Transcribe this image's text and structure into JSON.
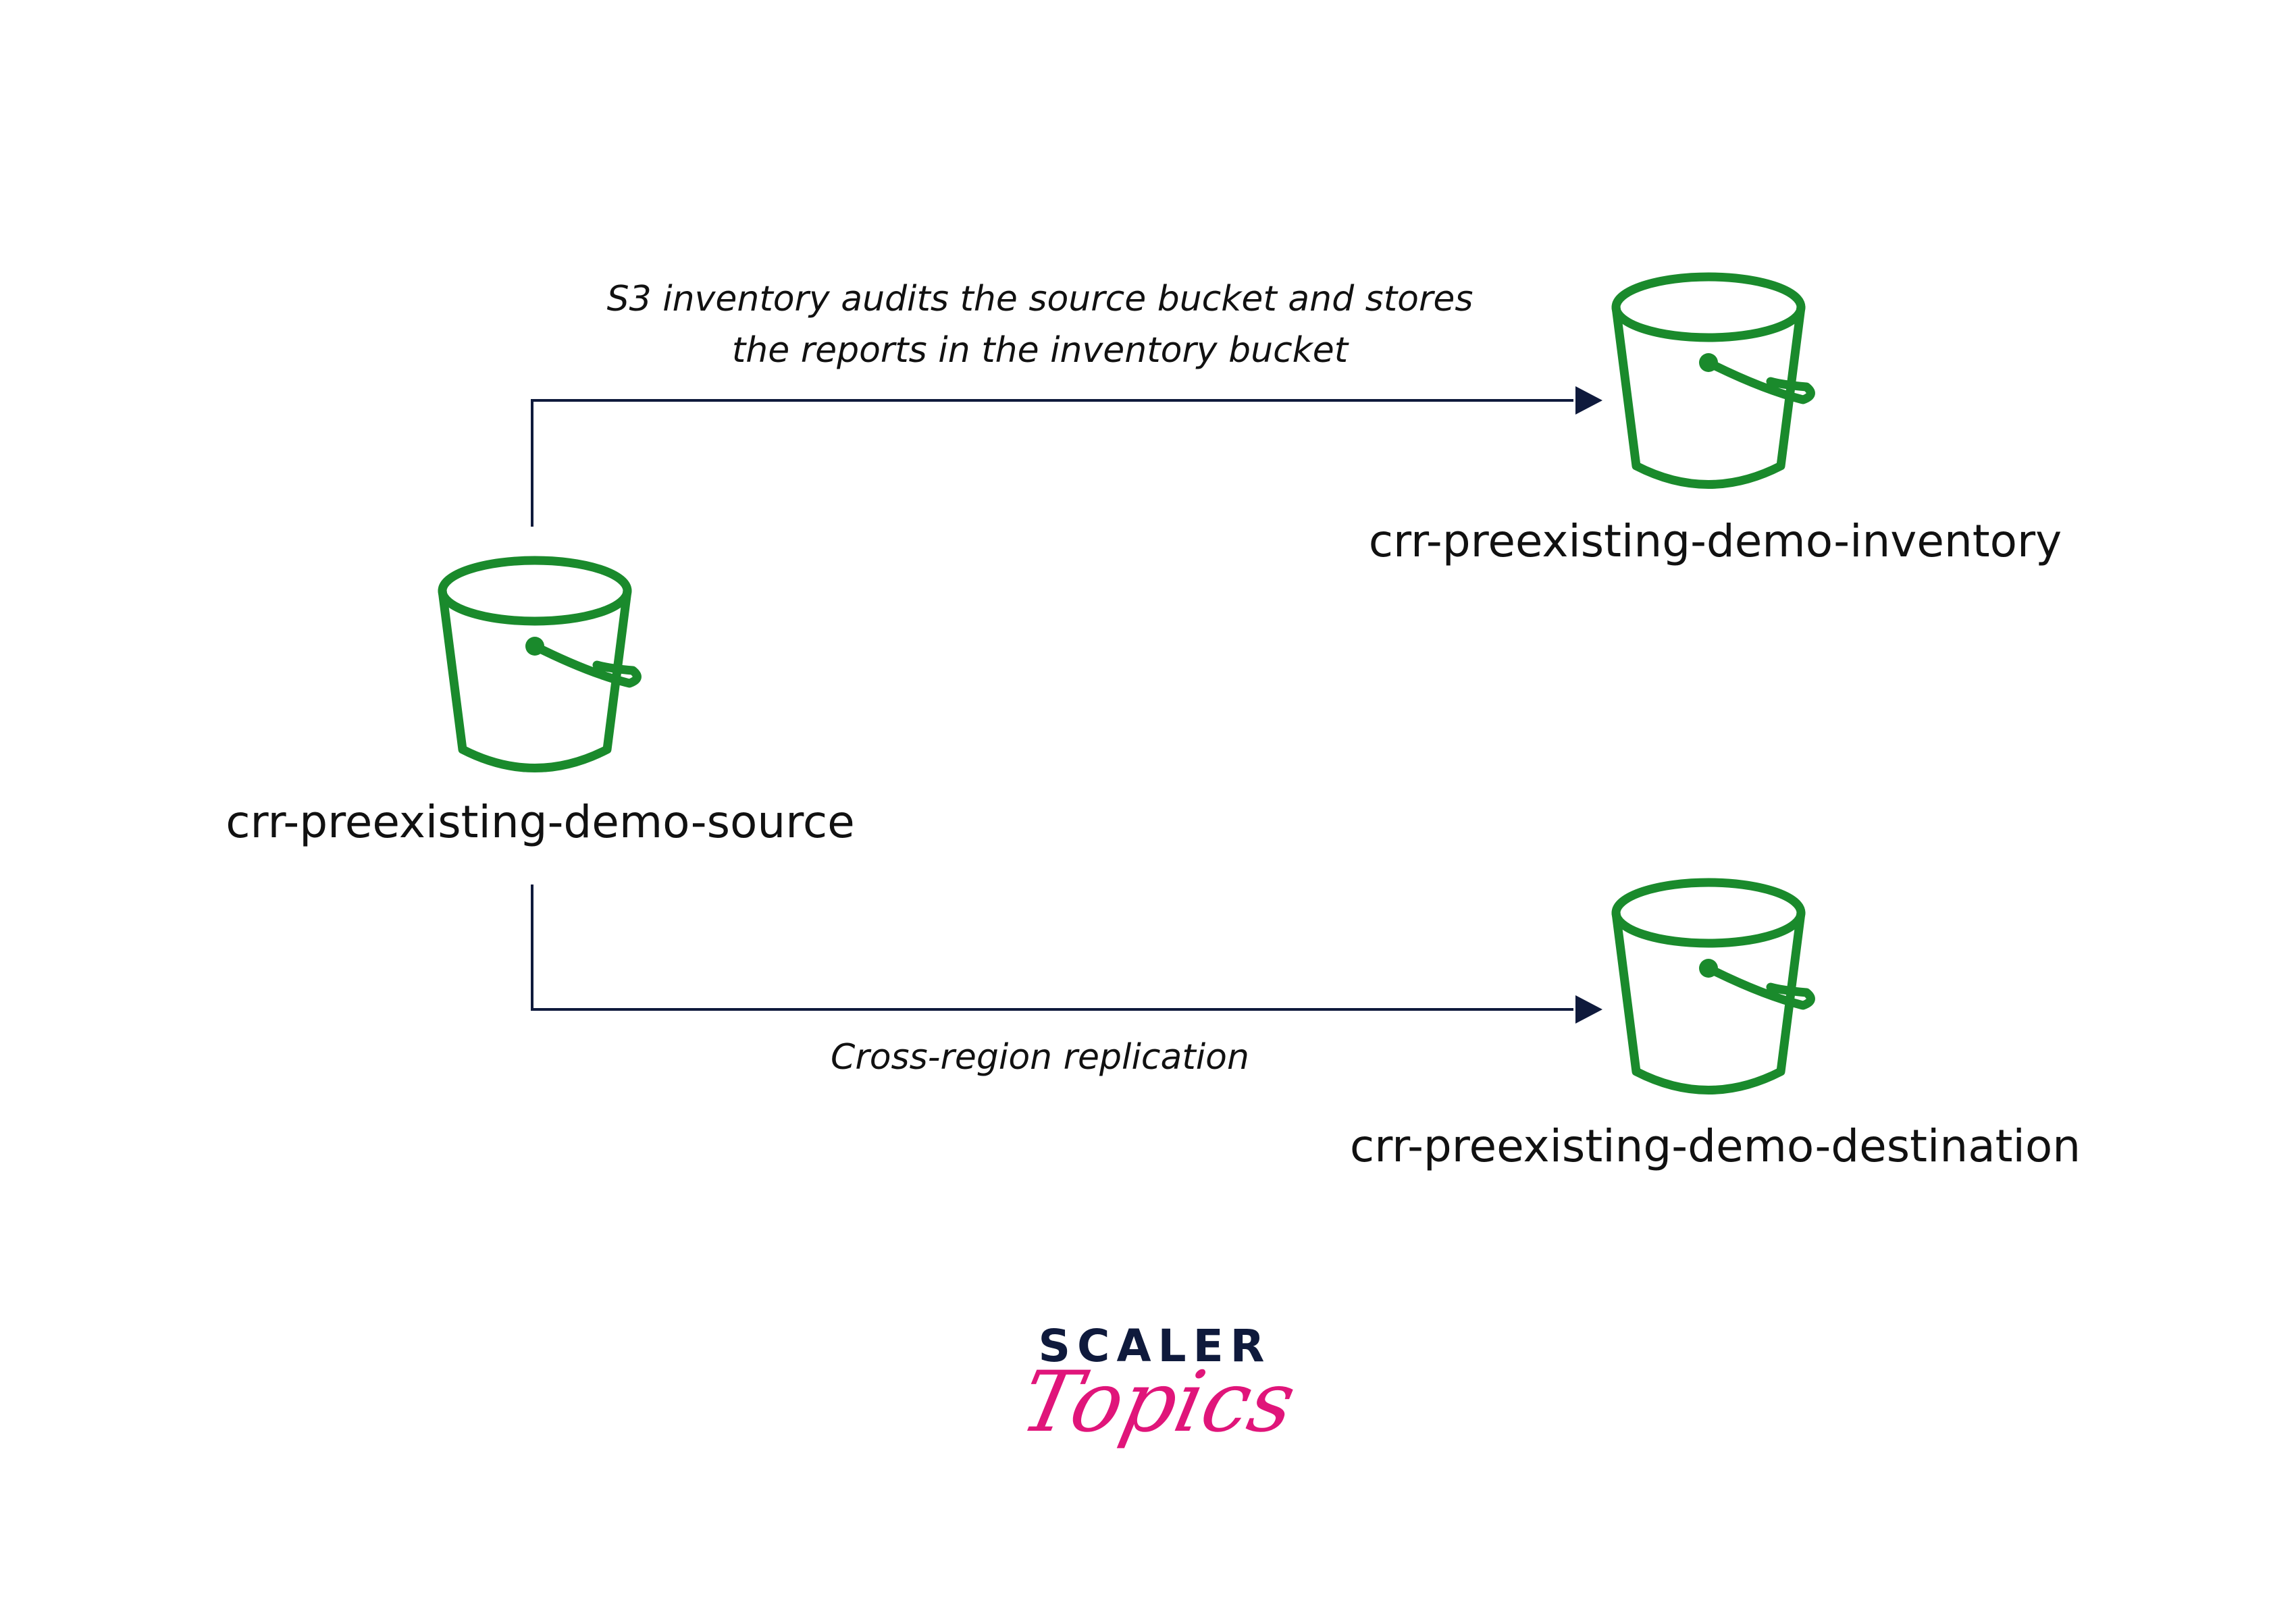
{
  "colors": {
    "bucket": "#1a8a2c",
    "arrow": "#0f1a3c",
    "logo_scaler": "#0f1a3c",
    "logo_topics": "#e0157a"
  },
  "buckets": {
    "source": {
      "icon": "s3-bucket-icon",
      "label": "crr-preexisting-demo-source"
    },
    "inventory": {
      "icon": "s3-bucket-icon",
      "label": "crr-preexisting-demo-inventory"
    },
    "destination": {
      "icon": "s3-bucket-icon",
      "label": "crr-preexisting-demo-destination"
    }
  },
  "edges": {
    "inventory": {
      "line1": "S3 inventory audits the source bucket and stores",
      "line2": "the reports in the inventory bucket"
    },
    "replication": {
      "label": "Cross-region replication"
    }
  },
  "logo": {
    "brand": "SCALER",
    "product": "Topics"
  }
}
